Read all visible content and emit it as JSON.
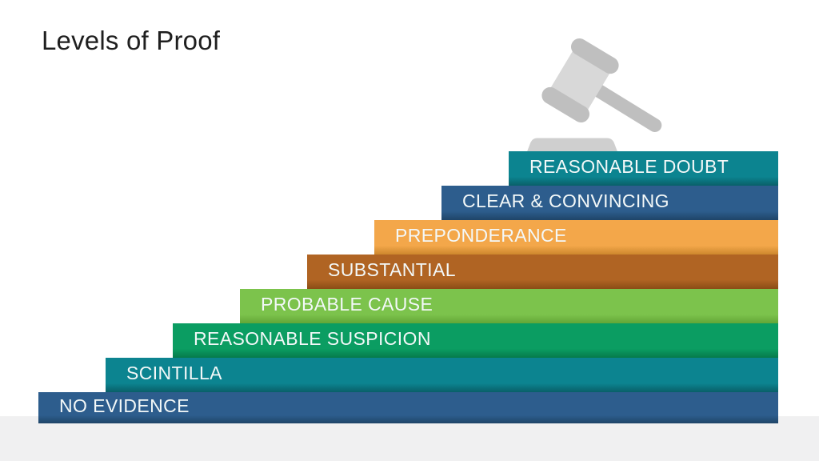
{
  "slide": {
    "title": "Levels of Proof"
  },
  "levels": [
    {
      "label": "REASONABLE DOUBT",
      "color": "#0c8490",
      "shade": "#095f68"
    },
    {
      "label": "CLEAR & CONVINCING",
      "color": "#2d5d8d",
      "shade": "#1f4568"
    },
    {
      "label": "PREPONDERANCE",
      "color": "#f3a74a",
      "shade": "#cd872d"
    },
    {
      "label": "SUBSTANTIAL",
      "color": "#b06423",
      "shade": "#8a4c15"
    },
    {
      "label": "PROBABLE CAUSE",
      "color": "#7cc34c",
      "shade": "#63a637"
    },
    {
      "label": "REASONABLE SUSPICION",
      "color": "#0b9d62",
      "shade": "#067a4a"
    },
    {
      "label": "SCINTILLA",
      "color": "#0c8490",
      "shade": "#095f68"
    },
    {
      "label": "NO EVIDENCE",
      "color": "#2d5d8d",
      "shade": "#1f4568"
    }
  ],
  "gavel": {
    "name": "gavel-icon",
    "head_color": "#d8d8d8",
    "accent_color": "#bfbfbf",
    "base_color": "#cfcfcf"
  },
  "colors": {
    "background": "#ffffff",
    "footer_band": "#f0f0f1",
    "title_text": "#1f1f1f",
    "label_text": "#f3f8f8"
  }
}
